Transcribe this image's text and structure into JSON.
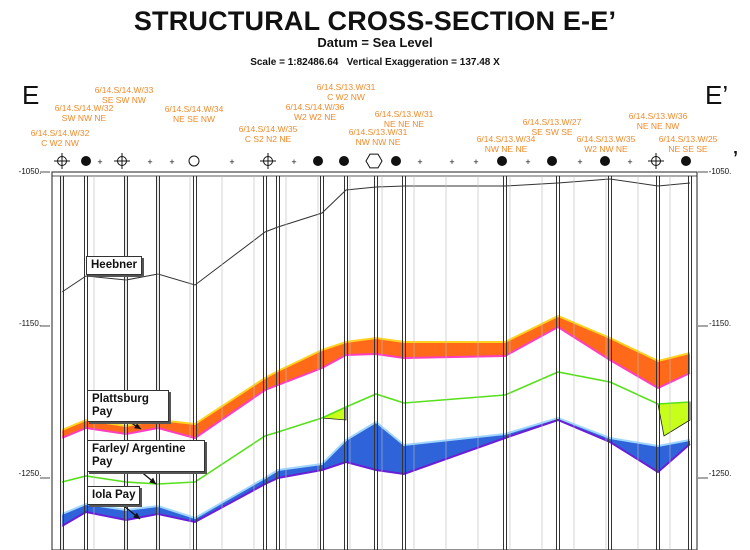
{
  "header": {
    "title": "STRUCTURAL CROSS-SECTION E-E’",
    "datum": "Datum = Sea Level",
    "scale": "Scale = 1:82486.64",
    "exaggeration": "Vertical Exaggeration = 137.48 X"
  },
  "section_ends": {
    "left": "E",
    "right": "E’"
  },
  "depth_labels": [
    "-1050.",
    "-1150.",
    "-1250."
  ],
  "well_labels": [
    [
      "6/14.S/14.W/32",
      "C W2 NW"
    ],
    [
      "6/14.S/14.W/32",
      "SW NW NE"
    ],
    [
      "6/14.S/14.W/33",
      "SE SW NW"
    ],
    [
      "6/14.S/14.W/34",
      "NE SE NW"
    ],
    [
      "6/14.S/14.W/35",
      "C S2 N2 NE"
    ],
    [
      "6/14.S/14.W/36",
      "W2 W2 NE"
    ],
    [
      "6/14.S/13.W/31",
      "C W2 NW"
    ],
    [
      "6/14.S/13.W/31",
      "NW NW NE"
    ],
    [
      "6/14.S/13.W/31",
      "NE NE NE"
    ],
    [
      "6/14.S/13.W/34",
      "NW NE NE"
    ],
    [
      "6/14.S/13.W/27",
      "SE SW SE"
    ],
    [
      "6/14.S/13.W/35",
      "W2 NW NE"
    ],
    [
      "6/14.S/13.W/36",
      "NE NE NW"
    ],
    [
      "6/14.S/13.W/25",
      "NE SE SE"
    ]
  ],
  "well_symbols": [
    "dry-hole-symbol",
    "oil-well-symbol",
    "dry-hole-symbol",
    "location-symbol",
    "dry-hole-symbol",
    "oil-well-symbol",
    "oil-well-symbol",
    "gas-well-symbol",
    "oil-well-symbol",
    "oil-well-symbol",
    "oil-well-symbol",
    "oil-well-symbol",
    "dry-hole-symbol",
    "oil-well-symbol"
  ],
  "callouts": {
    "heebner": "Heebner",
    "plattsburg": "Plattsburg Pay",
    "farley": "Farley/ Argentine Pay",
    "iola": "Iola Pay"
  },
  "colors": {
    "well_label": "#f08a2a",
    "plattsburg_fill": "#ff6a1a",
    "plattsburg_top": "#ffd21f",
    "plattsburg_base": "#ff3fbf",
    "farley_line": "#55e01a",
    "farley_fill": "#c8ff1a",
    "iola_fill": "#2f63d9",
    "iola_top": "#9fd6ff",
    "iola_base": "#6a1fd6",
    "heebner_line": "#333333"
  }
}
